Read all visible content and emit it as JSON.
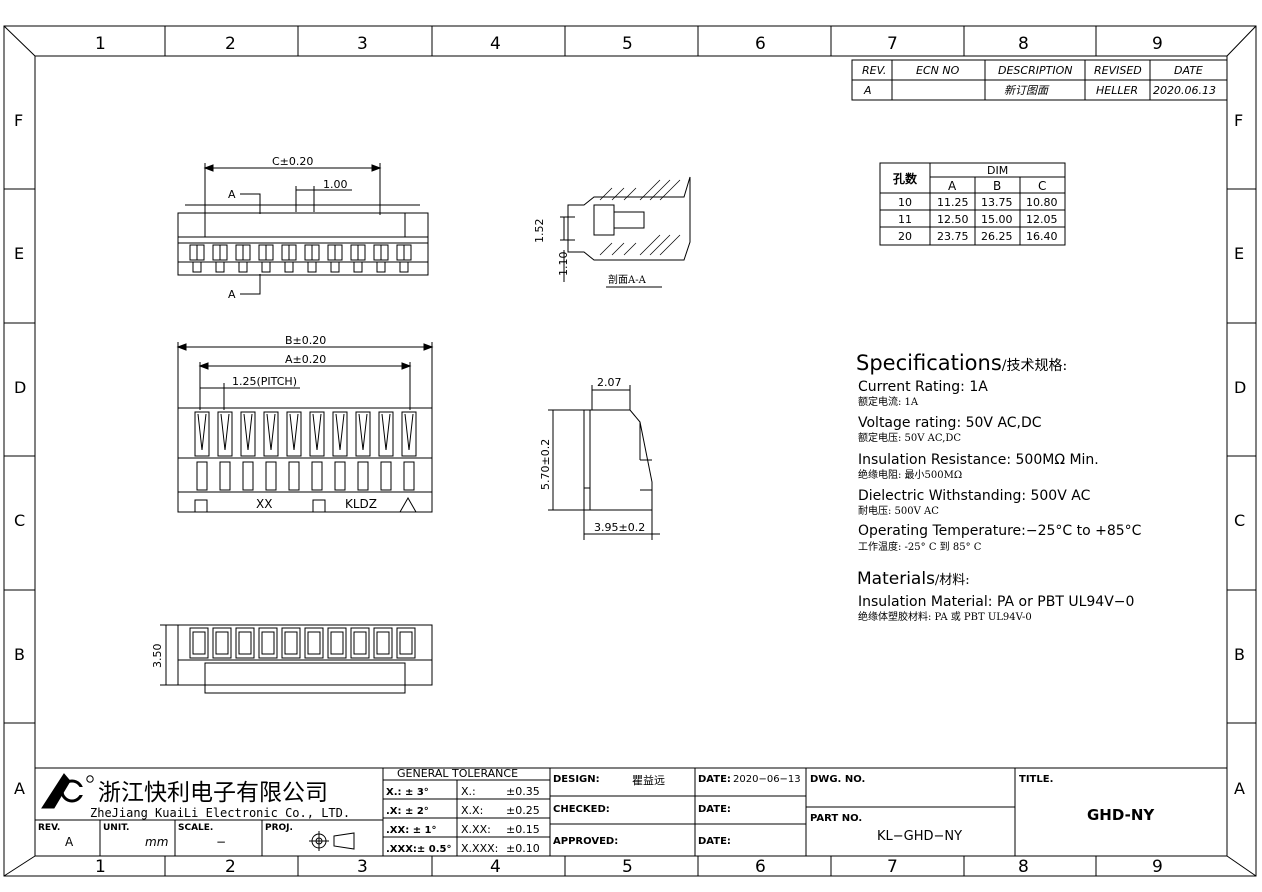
{
  "border": {
    "columns": [
      "1",
      "2",
      "3",
      "4",
      "5",
      "6",
      "7",
      "8",
      "9"
    ],
    "rows": [
      "F",
      "E",
      "D",
      "C",
      "B",
      "A"
    ]
  },
  "revision_table": {
    "headers": [
      "REV.",
      "ECN NO",
      "DESCRIPTION",
      "REVISED",
      "DATE"
    ],
    "row": [
      "A",
      "",
      "新订图面",
      "HELLER",
      "2020.06.13"
    ]
  },
  "dim_table": {
    "corner": "孔数",
    "group": "DIM",
    "cols": [
      "A",
      "B",
      "C"
    ],
    "rows": [
      [
        "10",
        "11.25",
        "13.75",
        "10.80"
      ],
      [
        "11",
        "12.50",
        "15.00",
        "12.05"
      ],
      [
        "20",
        "23.75",
        "26.25",
        "16.40"
      ]
    ]
  },
  "views": {
    "top": {
      "c": "C±0.20",
      "pitch_small": "1.00",
      "section_a": "A"
    },
    "side": {
      "h1": "1.52",
      "h2": "1.10",
      "caption": "剖面A-A"
    },
    "front": {
      "b": "B±0.20",
      "a": "A±0.20",
      "pitch": "1.25(PITCH)",
      "mark1": "XX",
      "mark2": "KLDZ"
    },
    "profile": {
      "w_top": "2.07",
      "height": "5.70±0.2",
      "w_bottom": "3.95±0.2"
    },
    "bottom": {
      "h": "3.50"
    }
  },
  "specs": {
    "title": "Specifications",
    "title_cn": "/技术规格:",
    "items": [
      {
        "en": "Current  Rating:  1A",
        "cn": "额定电流: 1A"
      },
      {
        "en": "Voltage  rating:  50V  AC,DC",
        "cn": "额定电压: 50V AC,DC"
      },
      {
        "en": "Insulation  Resistance:  500MΩ  Min.",
        "cn": "绝缘电阻: 最小500MΩ"
      },
      {
        "en": "Dielectric  Withstanding:   500V  AC",
        "cn": "耐电压: 500V AC"
      },
      {
        "en": "Operating  Temperature:−25°C  to  +85°C",
        "cn": "工作温度: -25° C 到 85° C"
      }
    ],
    "materials_title": "Materials",
    "materials_title_cn": "/材料:",
    "materials": [
      {
        "en": "Insulation  Material: PA  or  PBT  UL94V−0",
        "cn": "绝缘体塑胶材料: PA 或 PBT UL94V-0"
      }
    ]
  },
  "title_block": {
    "company_cn": "浙江快利电子有限公司",
    "company_en": "ZheJiang  KuaiLi  Electronic  Co., LTD.",
    "rev_label": "REV.",
    "rev_value": "A",
    "unit_label": "UNIT.",
    "unit_value": "mm",
    "scale_label": "SCALE.",
    "scale_value": "−",
    "proj_label": "PROJ.",
    "tol_title": "GENERAL  TOLERANCE",
    "tol_angle": [
      "X.: ± 3°",
      ".X: ± 2°",
      ".XX: ± 1°",
      ".XXX:± 0.5°"
    ],
    "tol_lin": [
      {
        "k": "X.:",
        "v": "±0.35"
      },
      {
        "k": "X.X:",
        "v": "±0.25"
      },
      {
        "k": "X.XX:",
        "v": "±0.15"
      },
      {
        "k": "X.XXX:",
        "v": "±0.10"
      }
    ],
    "design_label": "DESIGN:",
    "design_value": "瞿益远",
    "checked_label": "CHECKED:",
    "approved_label": "APPROVED:",
    "date1_label": "DATE:",
    "date1_value": "2020−06−13",
    "date2_label": "DATE:",
    "date3_label": "DATE:",
    "dwg_label": "DWG. NO.",
    "part_label": "PART NO.",
    "part_value": "KL−GHD−NY",
    "title_label": "TITLE.",
    "title_value": "GHD-NY"
  }
}
